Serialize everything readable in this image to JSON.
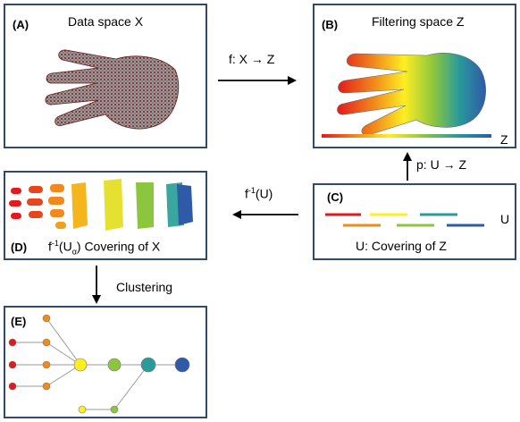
{
  "panelA": {
    "label": "(A)",
    "title": "Data space X"
  },
  "panelB": {
    "label": "(B)",
    "title": "Filtering space Z",
    "axis_label": "Z"
  },
  "panelC": {
    "label": "(C)",
    "title": "U: Covering of Z",
    "side_label": "U"
  },
  "panelD": {
    "label": "(D)",
    "title_prefix": "f",
    "title_sup": "-1",
    "title_mid": "(U",
    "title_sub": "α",
    "title_suffix": ") Covering of X"
  },
  "panelE": {
    "label": "(E)"
  },
  "arrows": {
    "a_to_b": "f: X → Z",
    "c_to_b": "p: U → Z",
    "c_to_d_prefix": "f",
    "c_to_d_sup": "-1",
    "c_to_d_suffix": "(U)",
    "d_to_e": "Clustering"
  },
  "colors": {
    "border": "#2f4a6d",
    "red": "#e31a1c",
    "orange": "#f08a1c",
    "yellow": "#ffee22",
    "green": "#8cc63f",
    "teal": "#2a9a9a",
    "blue": "#2e5aa8",
    "hand_dots": "#8b1a1a"
  }
}
